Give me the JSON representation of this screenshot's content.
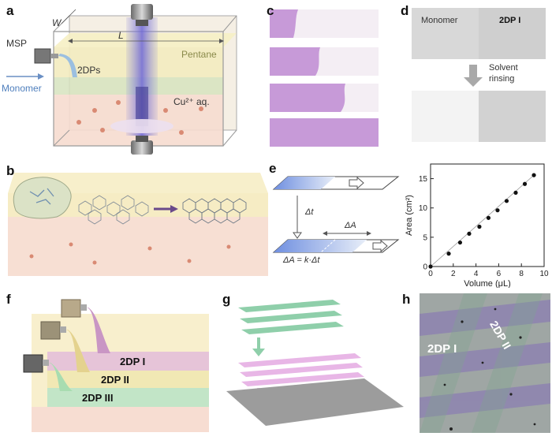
{
  "panels": {
    "a": {
      "label": "a",
      "W": "W",
      "L": "L",
      "msp": "MSP",
      "monomer": "Monomer",
      "twodps": "2DPs",
      "pentane": "Pentane",
      "cu": "Cu²⁺ aq."
    },
    "b": {
      "label": "b"
    },
    "c": {
      "label": "c"
    },
    "d": {
      "label": "d",
      "monomer": "Monomer",
      "twodp": "2DP I",
      "solvent": "Solvent",
      "rinsing": "rinsing"
    },
    "e": {
      "label": "e",
      "dt": "Δt",
      "dA": "ΔA",
      "eq": "ΔA = k·Δt"
    },
    "f": {
      "label": "f",
      "l1": "2DP I",
      "l2": "2DP II",
      "l3": "2DP III"
    },
    "g": {
      "label": "g"
    },
    "h": {
      "label": "h",
      "l1": "2DP I",
      "l2": "2DP II"
    }
  },
  "chart_data": {
    "type": "scatter",
    "xlabel": "Volume (μL)",
    "ylabel": "Area (cm²)",
    "xlim": [
      0,
      10
    ],
    "ylim": [
      0,
      17.5
    ],
    "xticks": [
      0,
      2,
      4,
      6,
      8,
      10
    ],
    "yticks": [
      0,
      5,
      10,
      15
    ],
    "x": [
      0,
      1.6,
      2.6,
      3.4,
      4.3,
      5.1,
      5.9,
      6.7,
      7.5,
      8.3,
      9.1
    ],
    "y": [
      0,
      2.2,
      4.1,
      5.6,
      6.8,
      8.3,
      9.6,
      11.2,
      12.6,
      14.1,
      15.6
    ],
    "fit_line": true
  }
}
